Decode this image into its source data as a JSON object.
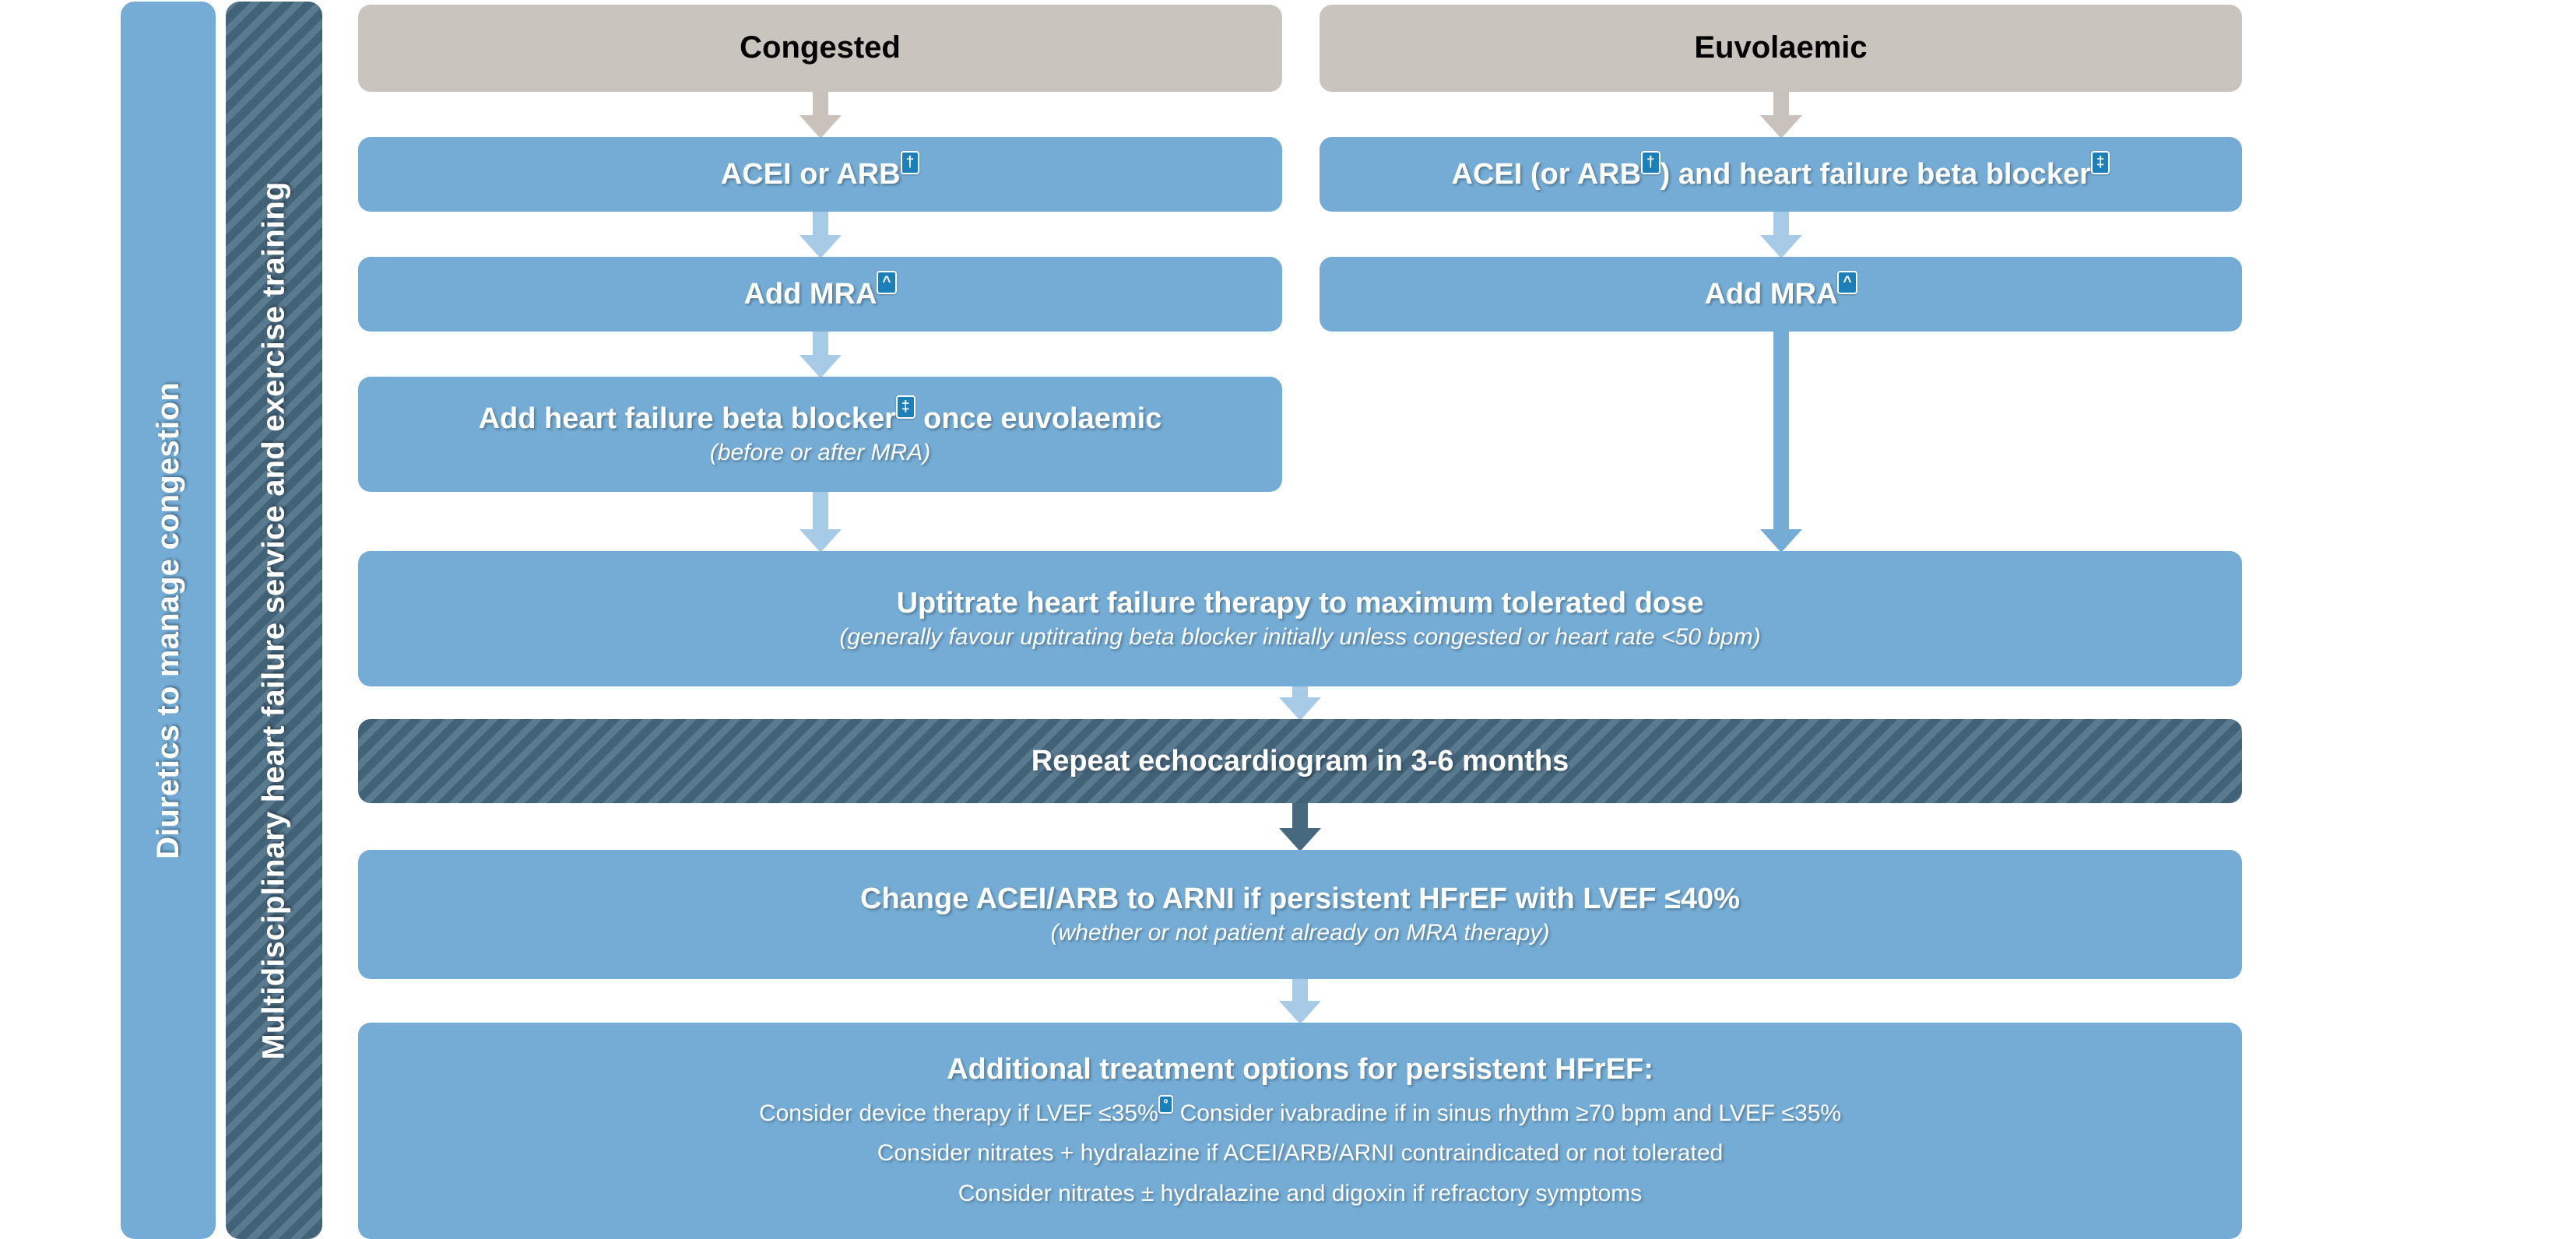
{
  "sidebars": [
    {
      "id": "diuretics",
      "label": "Diuretics to manage congestion",
      "color": "#74ACD5"
    },
    {
      "id": "mdt",
      "label": "Multidisciplinary heart failure service and exercise training",
      "color": "#4A6D86"
    }
  ],
  "columns": {
    "left": {
      "header": "Congested"
    },
    "right": {
      "header": "Euvolaemic"
    }
  },
  "refs": {
    "dagger": "†",
    "double_dagger": "‡",
    "caret": "^",
    "circle": "º"
  },
  "nodes": {
    "congested_header": {
      "title": "Congested"
    },
    "euvolaemic_header": {
      "title": "Euvolaemic"
    },
    "acei_or_arb": {
      "pre": "ACEI or ARB",
      "post": ""
    },
    "acei_and_bb": {
      "pre": "ACEI (or ARB",
      "mid": ") and heart failure beta blocker",
      "post": ""
    },
    "add_mra_left": {
      "pre": "Add MRA"
    },
    "add_mra_right": {
      "pre": "Add MRA"
    },
    "add_bb_once_euvolaemic": {
      "pre": "Add heart failure beta blocker",
      "post": " once euvolaemic",
      "sub": "(before or after MRA)"
    },
    "uptitrate": {
      "title": "Uptitrate heart failure therapy to maximum tolerated dose",
      "sub": "(generally favour uptitrating beta blocker initially unless congested or heart rate <50 bpm)"
    },
    "repeat_echo": {
      "title": "Repeat echocardiogram in 3-6 months"
    },
    "change_to_arni": {
      "title": "Change ACEI/ARB to ARNI if persistent HFrEF with LVEF ≤40%",
      "sub": "(whether or not patient already on MRA therapy)"
    },
    "additional_options": {
      "title": "Additional treatment options for persistent HFrEF:",
      "line1_a": "Consider device therapy if LVEF ≤35%",
      "line1_b": " Consider ivabradine if in sinus rhythm ≥70 bpm and LVEF ≤35%",
      "line2": "Consider nitrates + hydralazine if ACEI/ARB/ARNI contraindicated or not tolerated",
      "line3": "Consider nitrates ± hydralazine and digoxin if refractory symptoms"
    }
  },
  "colors": {
    "blue_box": "#74ACD5",
    "tan_box": "#CAC4BF",
    "slate_box": "#4A6D86",
    "badge": "#1D7FB8",
    "text_light": "#FFFFFF",
    "text_dark": "#000000"
  }
}
